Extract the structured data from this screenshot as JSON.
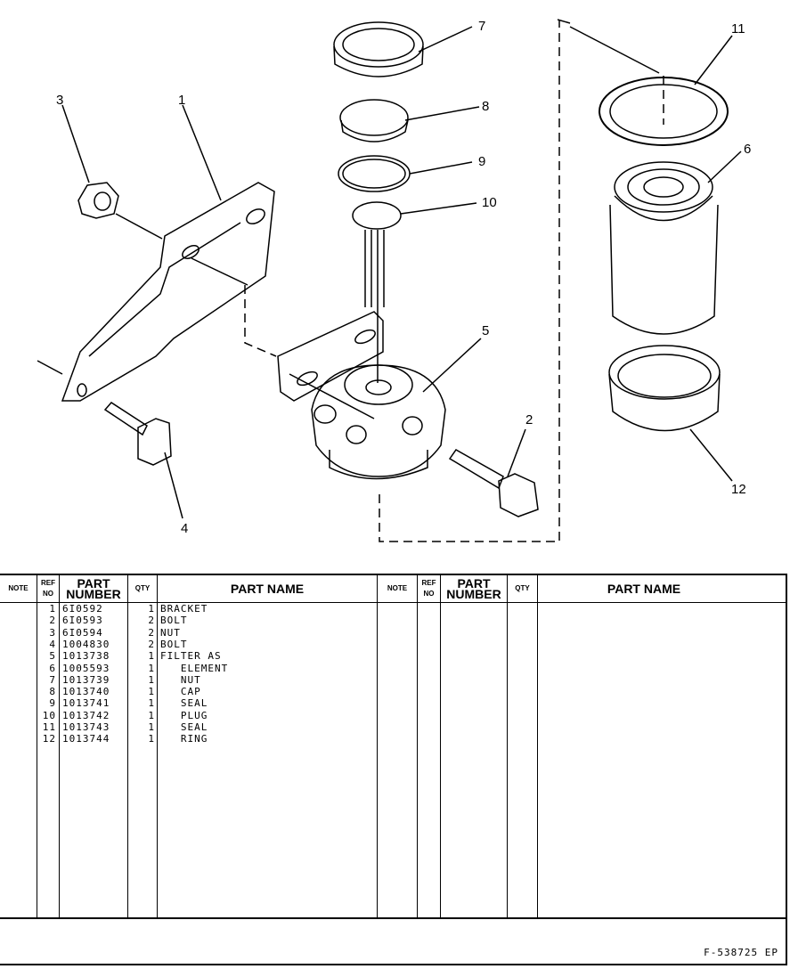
{
  "callouts": [
    "1",
    "2",
    "3",
    "4",
    "5",
    "6",
    "7",
    "8",
    "9",
    "10",
    "11",
    "12"
  ],
  "table": {
    "headers_left": {
      "note": "NOTE",
      "ref_no": "REF NO",
      "part_number": "PART NUMBER",
      "qty": "QTY",
      "part_name": "PART NAME"
    },
    "headers_right": {
      "note": "NOTE",
      "ref_no": "REF NO",
      "part_number": "PART NUMBER",
      "qty": "QTY",
      "part_name": "PART NAME"
    },
    "rows": [
      {
        "ref": "1",
        "part_number": "6I0592",
        "qty": "1",
        "name": "BRACKET"
      },
      {
        "ref": "2",
        "part_number": "6I0593",
        "qty": "2",
        "name": "BOLT"
      },
      {
        "ref": "3",
        "part_number": "6I0594",
        "qty": "2",
        "name": "NUT"
      },
      {
        "ref": "4",
        "part_number": "1004830",
        "qty": "2",
        "name": "BOLT"
      },
      {
        "ref": "5",
        "part_number": "1013738",
        "qty": "1",
        "name": "FILTER AS"
      },
      {
        "ref": "6",
        "part_number": "1005593",
        "qty": "1",
        "name": "   ELEMENT"
      },
      {
        "ref": "7",
        "part_number": "1013739",
        "qty": "1",
        "name": "   NUT"
      },
      {
        "ref": "8",
        "part_number": "1013740",
        "qty": "1",
        "name": "   CAP"
      },
      {
        "ref": "9",
        "part_number": "1013741",
        "qty": "1",
        "name": "   SEAL"
      },
      {
        "ref": "10",
        "part_number": "1013742",
        "qty": "1",
        "name": "   PLUG"
      },
      {
        "ref": "11",
        "part_number": "1013743",
        "qty": "1",
        "name": "   SEAL"
      },
      {
        "ref": "12",
        "part_number": "1013744",
        "qty": "1",
        "name": "   RING"
      }
    ]
  },
  "doc_id": "F-538725 EP"
}
